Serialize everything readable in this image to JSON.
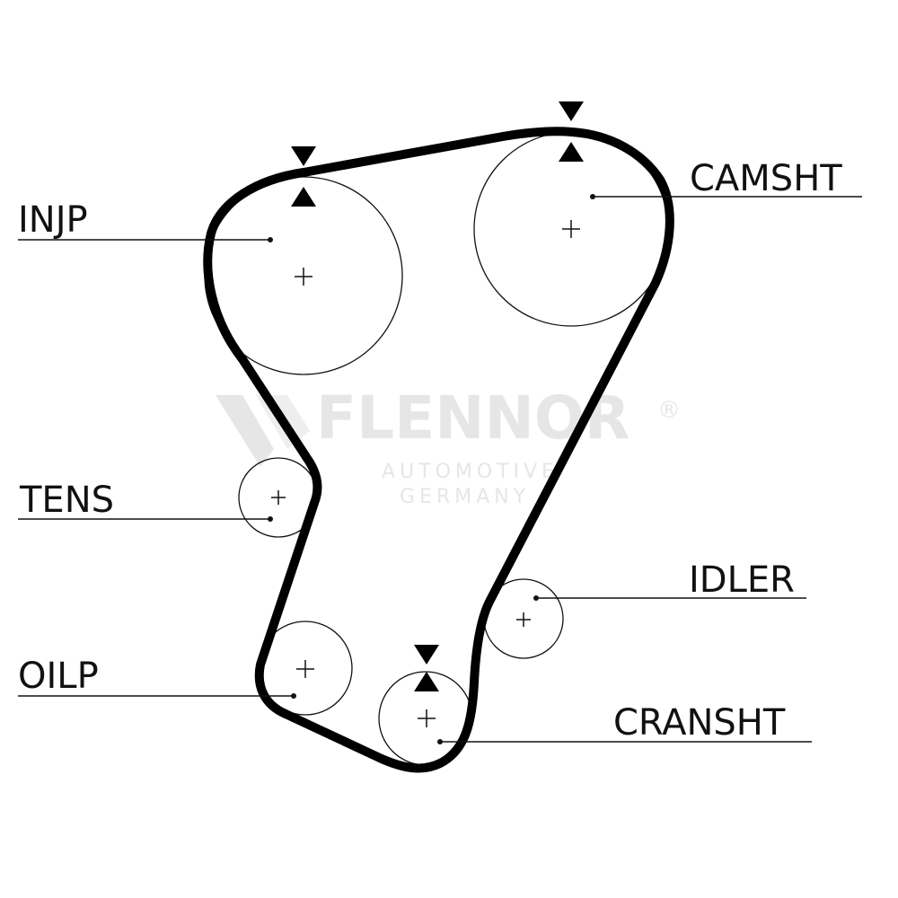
{
  "watermark": {
    "brand": "FLENNOR",
    "registered": "®",
    "line1": "AUTOMOTIVE",
    "line2": "GERMANY"
  },
  "labels": {
    "injp": "INJP",
    "camsht": "CAMSHT",
    "tens": "TENS",
    "idler": "IDLER",
    "oilp": "OILP",
    "cransht": "CRANSHT"
  },
  "colors": {
    "belt": "#000000",
    "lines": "#111111",
    "watermark": "#e6e6e6",
    "background": "#ffffff"
  },
  "icons": {
    "timing_mark": "hourglass-timing-mark-icon",
    "center": "crosshair-center-icon"
  }
}
